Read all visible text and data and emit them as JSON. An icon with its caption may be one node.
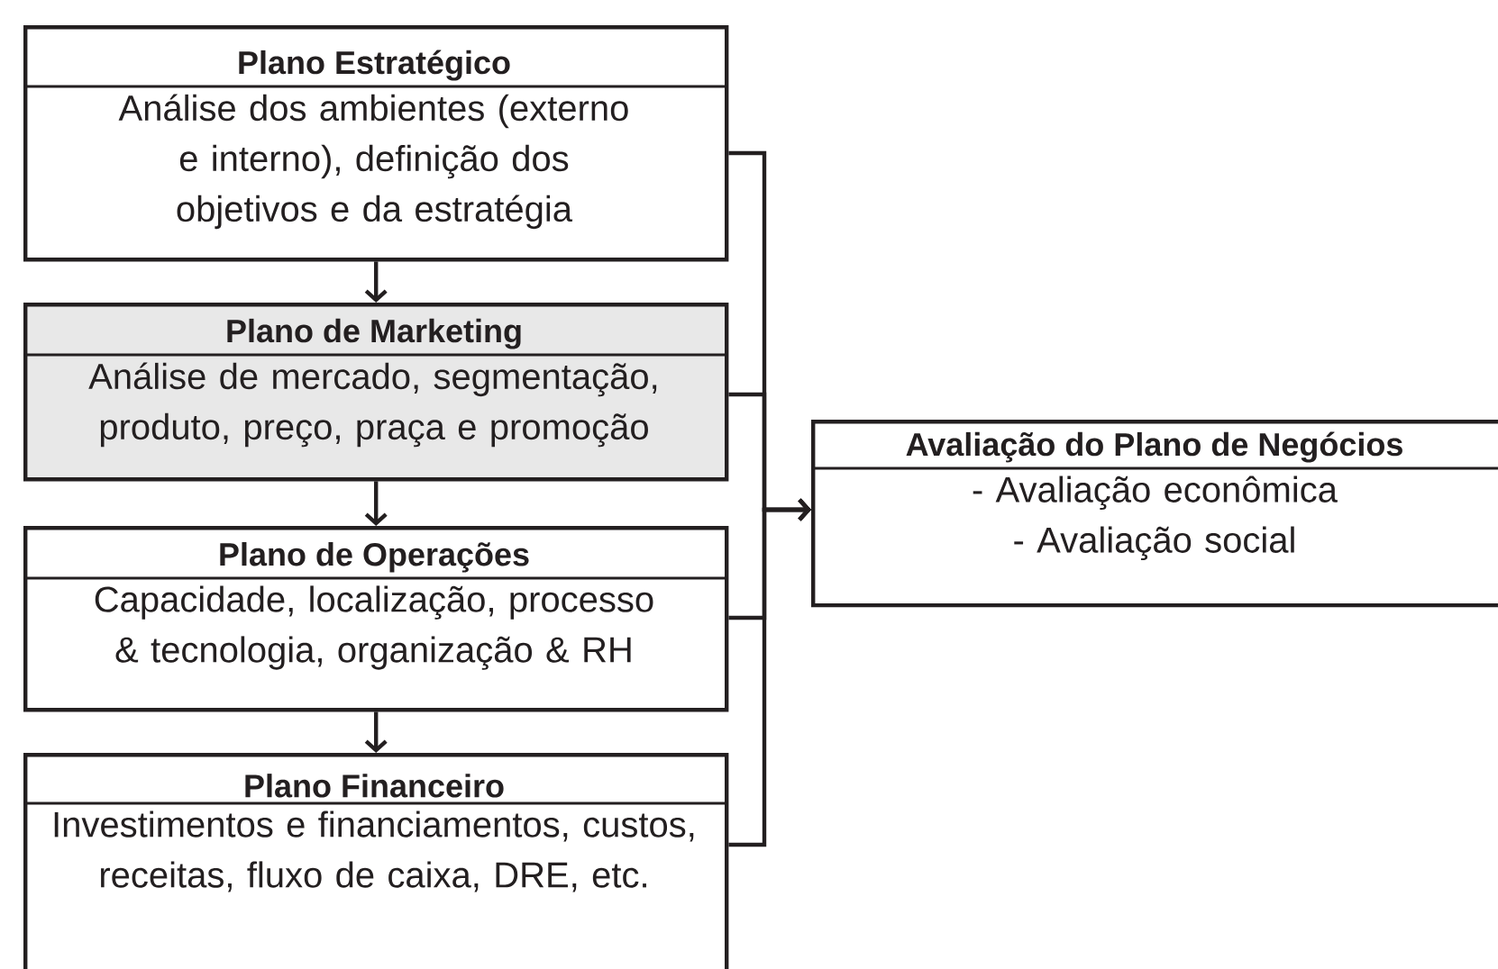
{
  "diagram": {
    "nodes": [
      {
        "text": [
          "Plano Estratégico",
          "Análise dos ambientes (externo e interno), definição dos objetivos e da estratégia"
        ]
      },
      {
        "text": [
          "Plano de Marketing",
          "Análise de mercado, segmentação, produto, preço, praça e promoção"
        ]
      },
      {
        "text": [
          "Plano de Operações",
          "Capacidade, localização, processo & tecnologia, organização & RH"
        ]
      },
      {
        "text": [
          "Plano Financeiro",
          "Investimentos e financiamentos, custos, receitas, fluxo de caixa, DRE, etc."
        ]
      },
      {
        "text": [
          "Avaliação do Plano de Negócios",
          "- Avaliação econômica - Avaliação social"
        ]
      }
    ],
    "edges": [
      {
        "from": 0,
        "to": 1,
        "arrow": "to"
      },
      {
        "from": 1,
        "to": 2,
        "arrow": "to"
      },
      {
        "from": 2,
        "to": 3,
        "arrow": "to"
      },
      {
        "from": 0,
        "to": 4,
        "arrow": "to"
      },
      {
        "from": 1,
        "to": 4,
        "arrow": "to"
      },
      {
        "from": 2,
        "to": 4,
        "arrow": "to"
      },
      {
        "from": 3,
        "to": 4,
        "arrow": "to"
      }
    ]
  }
}
